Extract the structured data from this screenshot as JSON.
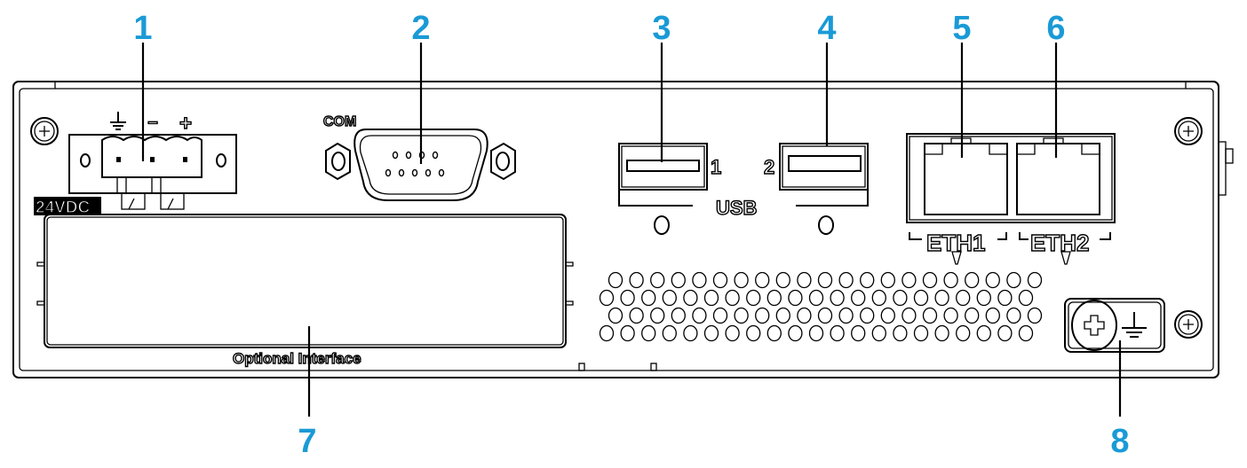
{
  "title": "Rear panel connector overview",
  "callouts": [
    "1",
    "2",
    "3",
    "4",
    "5",
    "6",
    "7",
    "8"
  ],
  "labels": {
    "power_voltage": "24VDC",
    "power_minus": "−",
    "power_plus": "+",
    "com": "COM",
    "usb": "USB",
    "usb1": "1",
    "usb2": "2",
    "eth1": "ETH1",
    "eth2": "ETH2",
    "optional_interface": "Optional Interface"
  },
  "colors": {
    "callout": "#1a9ad6",
    "line": "#000000"
  }
}
